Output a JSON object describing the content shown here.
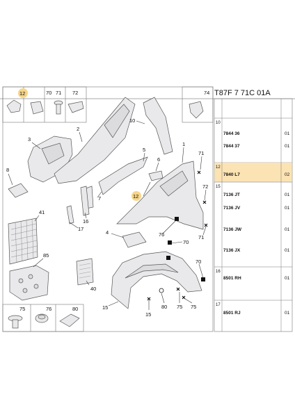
{
  "header_code": "T87F 7 71C 01A",
  "top_boxes": [
    "12",
    "70",
    "71",
    "72"
  ],
  "box_74": "74",
  "bottom_boxes": [
    "75",
    "76",
    "80"
  ],
  "callouts": {
    "c1": "1",
    "c2": "2",
    "c3": "3",
    "c4": "4",
    "c5": "5",
    "c6": "6",
    "c7": "7",
    "c8": "8",
    "c10": "10",
    "c12": "12",
    "c15a": "15",
    "c15b": "15",
    "c16": "16",
    "c17": "17",
    "c40": "40",
    "c41": "41",
    "c70a": "70",
    "c70b": "70",
    "c71a": "71",
    "c71b": "71",
    "c72": "72",
    "c75a": "75",
    "c75b": "75",
    "c76": "76",
    "c80": "80",
    "c85": "85"
  },
  "parts_list": [
    {
      "index": "10",
      "refs": [
        "7844 36",
        "7844 37"
      ],
      "qty": [
        "01",
        "01"
      ],
      "highlight": false
    },
    {
      "index": "12",
      "refs": [
        "7840 L7"
      ],
      "qty": [
        "02"
      ],
      "highlight": true
    },
    {
      "index": "15",
      "refs": [
        "7136 JT",
        "7136 JV",
        "7136 JW",
        "7136 JX"
      ],
      "qty": [
        "01",
        "01",
        "01",
        "01"
      ],
      "highlight": false
    },
    {
      "index": "16",
      "refs": [
        "8501 RH"
      ],
      "qty": [
        "01"
      ],
      "highlight": false
    },
    {
      "index": "17",
      "refs": [
        "8501 RJ"
      ],
      "qty": [
        "01"
      ],
      "highlight": false
    }
  ],
  "colors": {
    "highlight": "#fbe3b3",
    "highlight_circle": "#f7d58a",
    "line": "#444444"
  }
}
